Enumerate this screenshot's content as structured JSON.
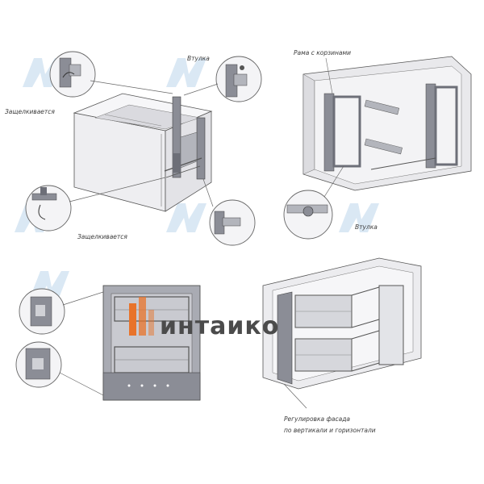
{
  "labels": {
    "snaps_top": "Защелкивается",
    "bushing_top": "Втулка",
    "frame_with_baskets": "Рама с корзинами",
    "snaps_bottom": "Защелкивается",
    "bushing_right": "Втулка",
    "facade_adjust_line1": "Регулировка фасада",
    "facade_adjust_line2": "по вертикали и горизонтали"
  },
  "watermark": {
    "brand_text": "интаико",
    "brand_color": "#e8732a",
    "text_color": "#4b4b4b"
  },
  "colors": {
    "cabinet_side": "#e9e9ec",
    "cabinet_top": "#f5f5f7",
    "cabinet_inner": "#dcdce0",
    "metal_dark": "#6d6f78",
    "metal_light": "#a9abb3",
    "line": "#555555",
    "wm_mtm": "#d6e6f3"
  }
}
